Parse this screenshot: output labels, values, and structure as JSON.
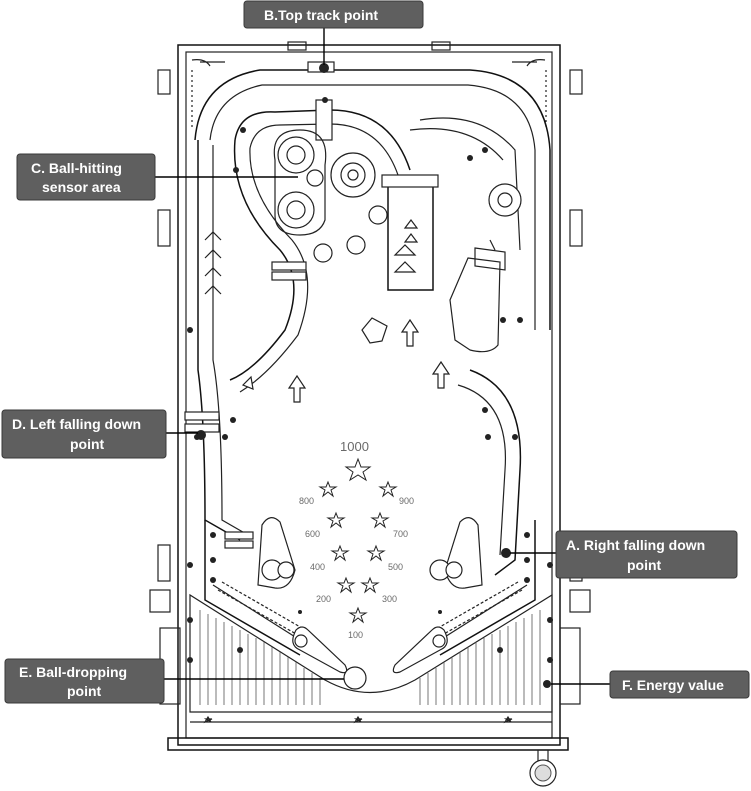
{
  "labels": {
    "top_track": "B.Top track point",
    "sensor_line1": "C. Ball-hitting",
    "sensor_line2": "sensor area",
    "left_fall_line1": "D. Left falling down",
    "left_fall_line2": "point",
    "right_fall_line1": "A. Right falling down",
    "right_fall_line2": "point",
    "ball_drop_line1": "E. Ball-dropping",
    "ball_drop_line2": "point",
    "energy": "F. Energy value"
  },
  "scores": {
    "top": "1000",
    "left": [
      "800",
      "600",
      "400",
      "200"
    ],
    "right": [
      "900",
      "700",
      "500",
      "300"
    ],
    "bottom": "100"
  },
  "colors": {
    "label_fill": "#5f5f5f",
    "line": "#111111"
  }
}
